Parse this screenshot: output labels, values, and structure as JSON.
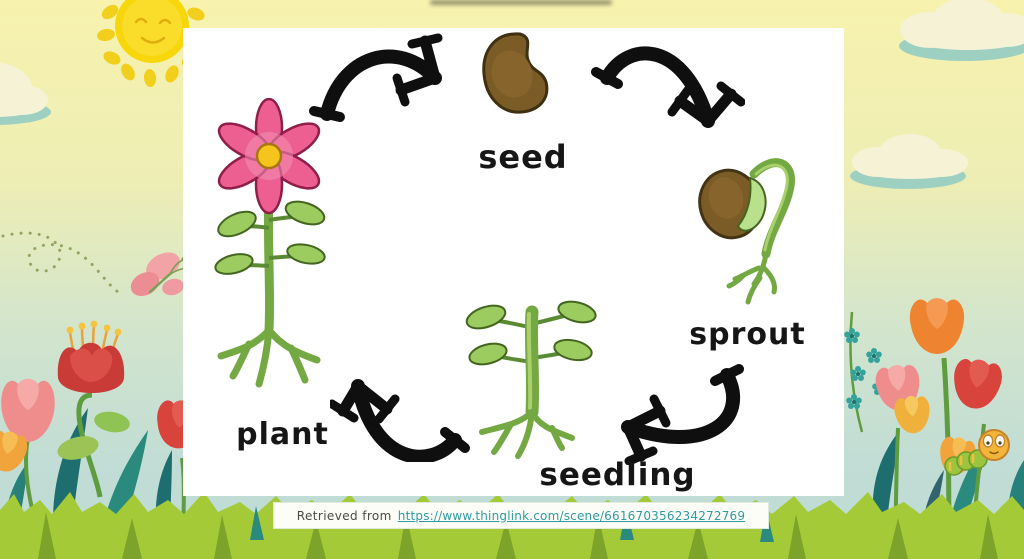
{
  "diagram": {
    "stages": [
      {
        "id": "seed",
        "label": "seed"
      },
      {
        "id": "sprout",
        "label": "sprout"
      },
      {
        "id": "seedling",
        "label": "seedling"
      },
      {
        "id": "plant",
        "label": "plant"
      }
    ],
    "cycle_order": [
      "seed",
      "sprout",
      "seedling",
      "plant"
    ],
    "arrow_color": "#0f0f0f"
  },
  "citation": {
    "prefix": "Retrieved from",
    "url": "https://www.thinglink.com/scene/661670356234272769",
    "link_color": "#2f9aa0"
  },
  "scene": {
    "colors": {
      "sky_top": "#f7f2ae",
      "sky_bottom": "#bedbd6",
      "grass_green": "#a5ca37",
      "card_background": "#ffffff",
      "seed_brown": "#7b5b26",
      "stem_green": "#74a843",
      "flower_pink": "#ec5f90",
      "flower_center_yellow": "#f6c51d",
      "cloud_cream": "#f6f2d6",
      "cloud_shadow_teal": "#9ed0c2",
      "sun_yellow": "#f7d60a"
    }
  }
}
